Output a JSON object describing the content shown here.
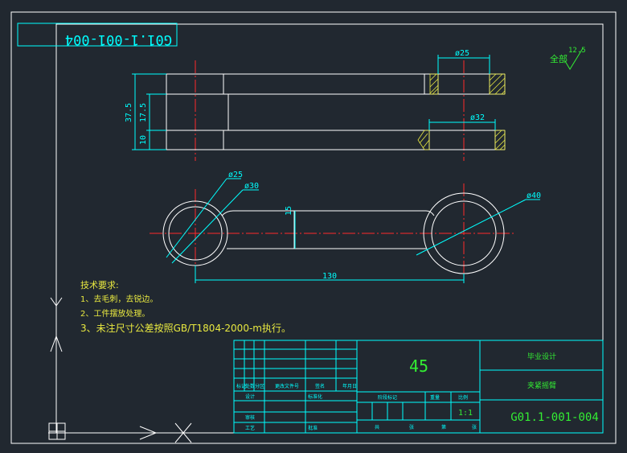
{
  "drawing": {
    "code": "G01.1-001-004",
    "material": "45",
    "scale": "1:1",
    "roughness_prefix": "全部",
    "roughness_value": "12.5",
    "title_top": "毕业设计",
    "title_name": "夹紧摇臂"
  },
  "dimensions": {
    "d25_top": "ø25",
    "d32": "ø32",
    "h37_5": "37.5",
    "h17_5": "17.5",
    "h10": "10",
    "d25_left": "ø25",
    "d30": "ø30",
    "w15": "15",
    "d40": "ø40",
    "len130": "130"
  },
  "tech_notes": {
    "heading": "技术要求:",
    "items": [
      "1、去毛刺，去锐边。",
      "2、工件摆放处理。",
      "3、未注尺寸公差按照GB/T1804-2000-m执行。"
    ]
  },
  "title_block": {
    "labels": {
      "mark": "标记",
      "count": "处数",
      "zone": "分区",
      "change_no": "更改文件号",
      "sign": "签名",
      "date": "年月日",
      "designer": "设计",
      "standardize": "标准化",
      "stage": "阶段标记",
      "weight": "重量",
      "ratio": "比例",
      "checker": "审核",
      "process": "工艺",
      "approve": "批准",
      "sheets_total": "共",
      "sheet_unit": "张",
      "sheet_no": "第"
    }
  }
}
